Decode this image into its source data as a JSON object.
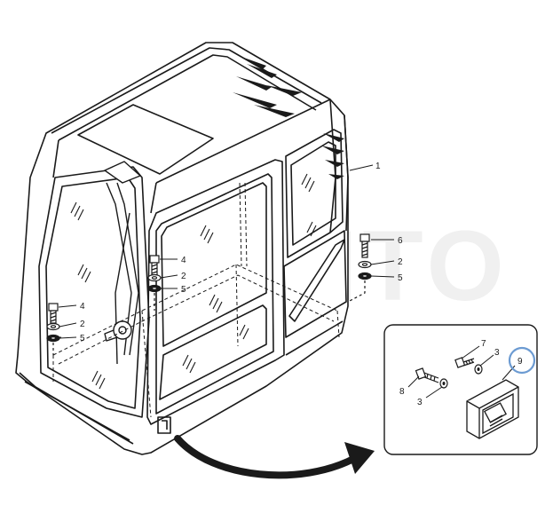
{
  "watermark": {
    "text": "ECOMTO"
  },
  "callouts": {
    "main": [
      {
        "label": "1"
      },
      {
        "label": "6"
      },
      {
        "label": "2"
      },
      {
        "label": "5"
      },
      {
        "label": "4"
      },
      {
        "label": "2"
      },
      {
        "label": "5"
      },
      {
        "label": "4"
      },
      {
        "label": "2"
      },
      {
        "label": "5"
      }
    ],
    "detail": [
      {
        "label": "7"
      },
      {
        "label": "3"
      },
      {
        "label": "9",
        "highlighted": true
      },
      {
        "label": "8"
      },
      {
        "label": "3"
      }
    ]
  },
  "colors": {
    "line": "#1a1a1a",
    "highlight": "#6c9bd2",
    "watermark": "#efefef"
  }
}
